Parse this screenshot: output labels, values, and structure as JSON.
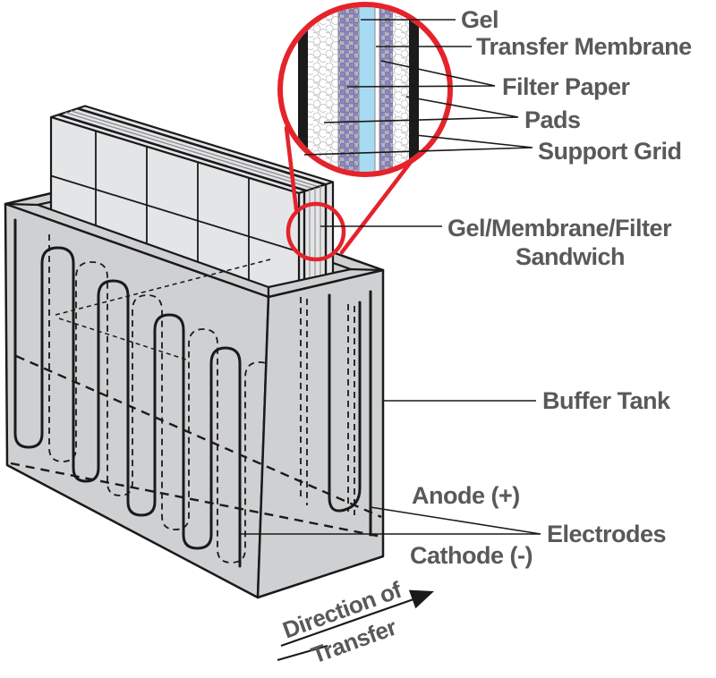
{
  "inset_labels": {
    "gel": "Gel",
    "transfer_membrane": "Transfer Membrane",
    "filter_paper": "Filter Paper",
    "pads": "Pads",
    "support_grid": "Support Grid"
  },
  "labels": {
    "sandwich_line1": "Gel/Membrane/Filter",
    "sandwich_line2": "Sandwich",
    "buffer_tank": "Buffer Tank",
    "anode": "Anode (+)",
    "electrodes": "Electrodes",
    "cathode": "Cathode (-)",
    "direction_line1": "Direction of",
    "direction_line2": "Transfer"
  },
  "colors": {
    "accent_red": "#E4232B",
    "text_gray": "#58595B",
    "ink": "#1A1A1A",
    "tank_gray": "#CFD0D2",
    "sandwich_gray": "#E4E5E7",
    "gel_blue": "#A7DAF3",
    "membrane_white": "#FFFFFF",
    "filter_bg": "#B4B5B7",
    "filter_dot": "#8D87C1",
    "filter_dot_edge": "#6C66A6",
    "bubble_outline": "#C6C7C9",
    "layer_edge": "#8A8B8D"
  }
}
